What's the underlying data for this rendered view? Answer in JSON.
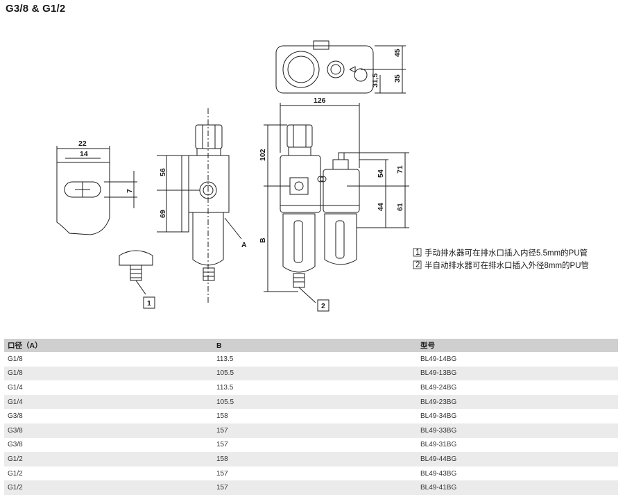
{
  "title": "G3/8 & G1/2",
  "drawing": {
    "dims": {
      "d22": "22",
      "d14": "14",
      "d7": "7",
      "d56": "56",
      "d69": "69",
      "d126": "126",
      "d102": "102",
      "d54": "54",
      "d71": "71",
      "d44": "44",
      "d61": "61",
      "dB": "B",
      "d45": "45",
      "d35": "35",
      "d315": "31,5"
    },
    "labels": {
      "A": "A",
      "one": "1",
      "two": "2"
    },
    "notes": [
      {
        "num": "1",
        "text": "手动排水器可在排水口插入内径5.5mm的PU管"
      },
      {
        "num": "2",
        "text": "半自动排水器可在排水口插入外径8mm的PU管"
      }
    ]
  },
  "table": {
    "headers": [
      "口径（A）",
      "B",
      "型号"
    ],
    "rows": [
      [
        "G1/8",
        "113.5",
        "BL49-14BG"
      ],
      [
        "G1/8",
        "105.5",
        "BL49-13BG"
      ],
      [
        "G1/4",
        "113.5",
        "BL49-24BG"
      ],
      [
        "G1/4",
        "105.5",
        "BL49-23BG"
      ],
      [
        "G3/8",
        "158",
        "BL49-34BG"
      ],
      [
        "G3/8",
        "157",
        "BL49-33BG"
      ],
      [
        "G3/8",
        "157",
        "BL49-31BG"
      ],
      [
        "G1/2",
        "158",
        "BL49-44BG"
      ],
      [
        "G1/2",
        "157",
        "BL49-43BG"
      ],
      [
        "G1/2",
        "157",
        "BL49-41BG"
      ]
    ]
  }
}
